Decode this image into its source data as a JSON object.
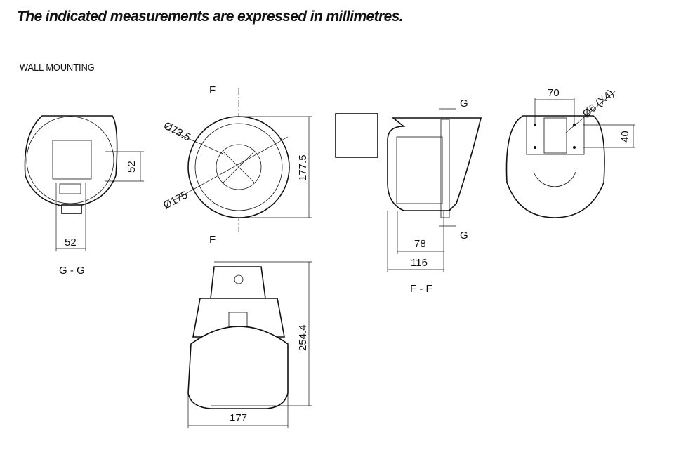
{
  "header": {
    "title": "The indicated measurements are expressed in millimetres.",
    "subtitle": "WALL MOUNTING"
  },
  "views": {
    "gg": {
      "caption": "G - G",
      "dim_width": "52",
      "dim_height": "52"
    },
    "front": {
      "section_top": "F",
      "section_bottom": "F",
      "dia_inner": "Ø73.5",
      "dia_outer": "Ø175",
      "height": "177.5"
    },
    "ff": {
      "caption": "F - F",
      "section_top": "G",
      "section_bottom": "G",
      "dim_inner": "78",
      "dim_outer": "116"
    },
    "back": {
      "dim_holes_spacing": "70",
      "holes": "Ø6 (X4)",
      "dim_vertical": "40"
    },
    "top": {
      "height": "254.4",
      "width": "177"
    }
  }
}
